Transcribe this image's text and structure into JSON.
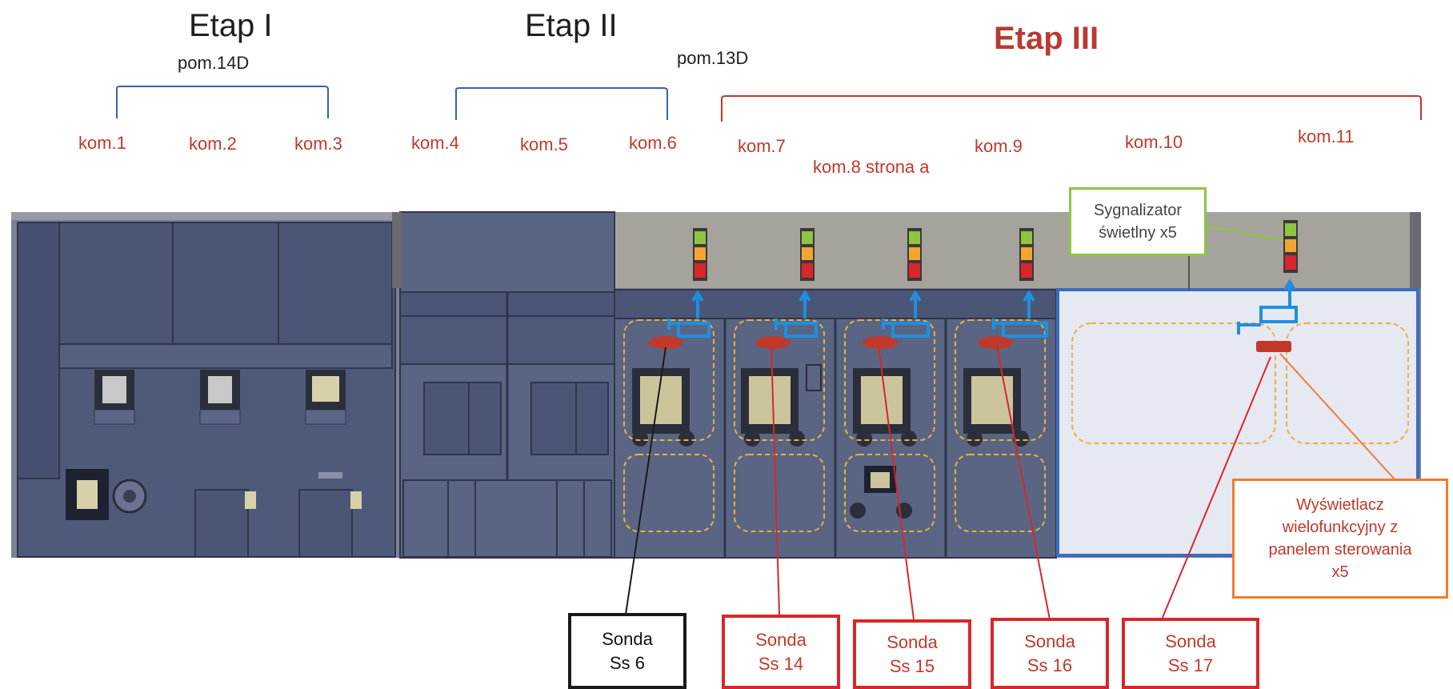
{
  "stages": {
    "stage1": "Etap I",
    "stage2": "Etap II",
    "stage3": "Etap III",
    "room1": "pom.14D",
    "room2": "pom.13D"
  },
  "chambers": [
    "kom.1",
    "kom.2",
    "kom.3",
    "kom.4",
    "kom.5",
    "kom.6",
    "kom.7",
    "kom.8 strona a",
    "kom.9",
    "kom.10",
    "kom.11"
  ],
  "callouts": {
    "signal": {
      "line1": "Sygnalizator",
      "line2": "świetlny x5"
    },
    "display": {
      "line1": "Wyświetlacz",
      "line2": "wielofunkcyjny z",
      "line3": "panelem sterowania",
      "line4": "x5"
    }
  },
  "probes": [
    {
      "line1": "Sonda",
      "line2": "Ss 6"
    },
    {
      "line1": "Sonda",
      "line2": "Ss 14"
    },
    {
      "line1": "Sonda",
      "line2": "Ss 15"
    },
    {
      "line1": "Sonda",
      "line2": "Ss 16"
    },
    {
      "line1": "Sonda",
      "line2": "Ss 17"
    }
  ],
  "colors": {
    "bracket_blue": "#3b5fb5",
    "bracket_red": "#c0392b",
    "panel": "#4d5878",
    "blue_zone": "#e6e8f2",
    "probe_red": "#c0392b",
    "detector_blue": "#1f8fe0",
    "callout_green": "#8dc63f",
    "callout_orange": "#f07d2d"
  }
}
